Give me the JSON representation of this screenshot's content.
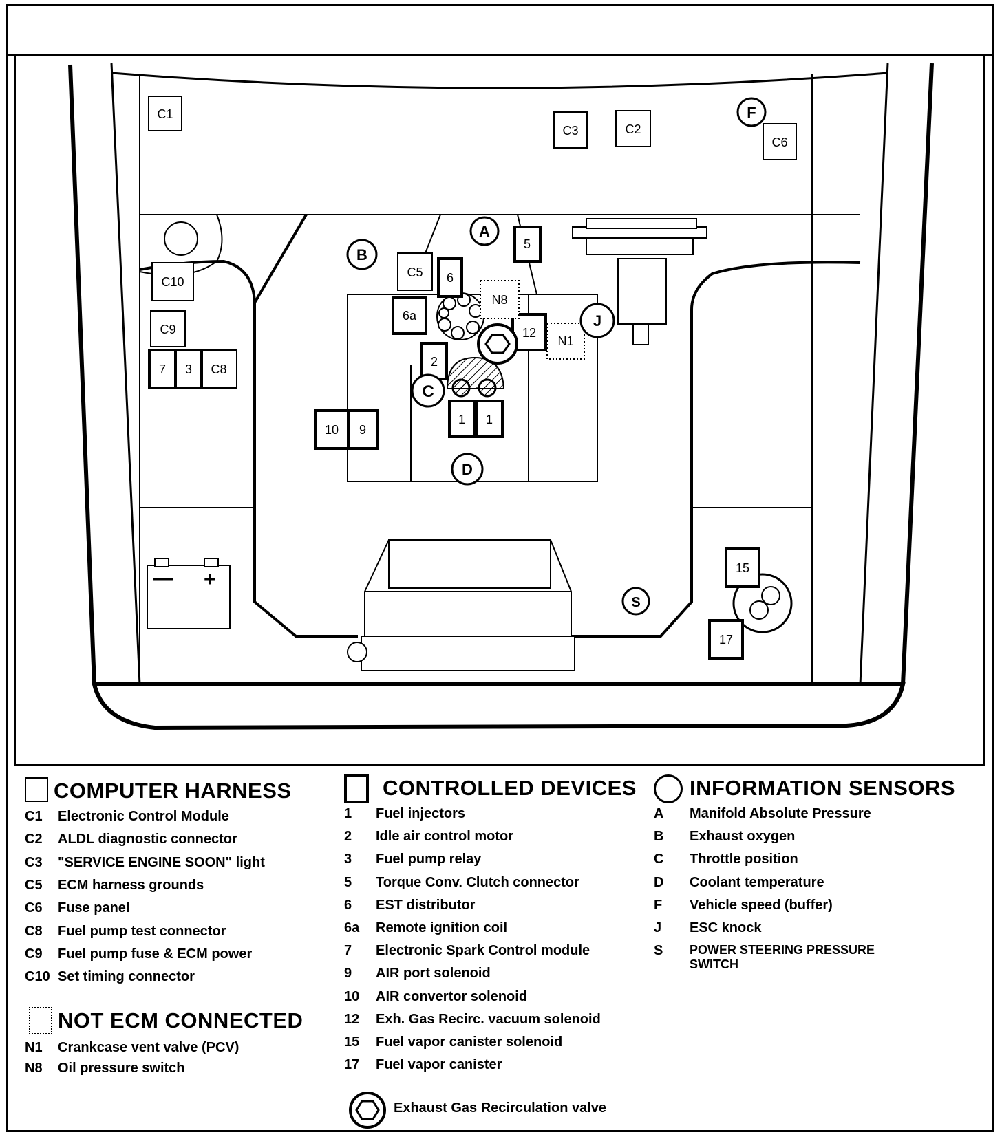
{
  "diagram": {
    "component_labels": {
      "C1": "C1",
      "C2": "C2",
      "C3": "C3",
      "C5": "C5",
      "C6": "C6",
      "C8": "C8",
      "C9": "C9",
      "C10": "C10",
      "d1a": "1",
      "d1b": "1",
      "d2": "2",
      "d3": "3",
      "d5": "5",
      "d6": "6",
      "d6a": "6a",
      "d7": "7",
      "d9": "9",
      "d10": "10",
      "d12": "12",
      "d15": "15",
      "d17": "17",
      "N1": "N1",
      "N8": "N8",
      "A": "A",
      "B": "B",
      "C": "C",
      "D": "D",
      "F": "F",
      "J": "J",
      "S": "S"
    },
    "battery_minus": "—",
    "battery_plus": "+"
  },
  "legend": {
    "computer_harness": {
      "title": "COMPUTER HARNESS",
      "items": [
        {
          "code": "C1",
          "desc": "Electronic Control Module"
        },
        {
          "code": "C2",
          "desc": "ALDL diagnostic connector"
        },
        {
          "code": "C3",
          "desc": "\"SERVICE ENGINE SOON\" light"
        },
        {
          "code": "C5",
          "desc": "ECM harness grounds"
        },
        {
          "code": "C6",
          "desc": "Fuse panel"
        },
        {
          "code": "C8",
          "desc": "Fuel pump test connector"
        },
        {
          "code": "C9",
          "desc": "Fuel pump fuse & ECM power"
        },
        {
          "code": "C10",
          "desc": "Set timing connector"
        }
      ]
    },
    "not_ecm_connected": {
      "title": "NOT ECM CONNECTED",
      "items": [
        {
          "code": "N1",
          "desc": "Crankcase vent valve (PCV)"
        },
        {
          "code": "N8",
          "desc": "Oil pressure switch"
        }
      ]
    },
    "controlled_devices": {
      "title": "CONTROLLED DEVICES",
      "items": [
        {
          "code": "1",
          "desc": "Fuel injectors"
        },
        {
          "code": "2",
          "desc": "Idle air control motor"
        },
        {
          "code": "3",
          "desc": "Fuel pump relay"
        },
        {
          "code": "5",
          "desc": "Torque Conv. Clutch connector"
        },
        {
          "code": "6",
          "desc": "EST distributor"
        },
        {
          "code": "6a",
          "desc": "Remote ignition coil"
        },
        {
          "code": "7",
          "desc": "Electronic Spark Control module"
        },
        {
          "code": "9",
          "desc": "AIR port solenoid"
        },
        {
          "code": "10",
          "desc": "AIR convertor solenoid"
        },
        {
          "code": "12",
          "desc": "Exh. Gas Recirc. vacuum solenoid"
        },
        {
          "code": "15",
          "desc": "Fuel vapor canister solenoid"
        },
        {
          "code": "17",
          "desc": "Fuel vapor canister"
        }
      ],
      "egr_label": "Exhaust Gas Recirculation valve"
    },
    "information_sensors": {
      "title": "INFORMATION SENSORS",
      "items": [
        {
          "code": "A",
          "desc": "Manifold Absolute Pressure"
        },
        {
          "code": "B",
          "desc": "Exhaust oxygen"
        },
        {
          "code": "C",
          "desc": "Throttle position"
        },
        {
          "code": "D",
          "desc": "Coolant temperature"
        },
        {
          "code": "F",
          "desc": "Vehicle speed (buffer)"
        },
        {
          "code": "J",
          "desc": "ESC knock"
        },
        {
          "code": "S",
          "desc": "POWER STEERING PRESSURE"
        }
      ],
      "s_desc_line2": "SWITCH"
    }
  }
}
